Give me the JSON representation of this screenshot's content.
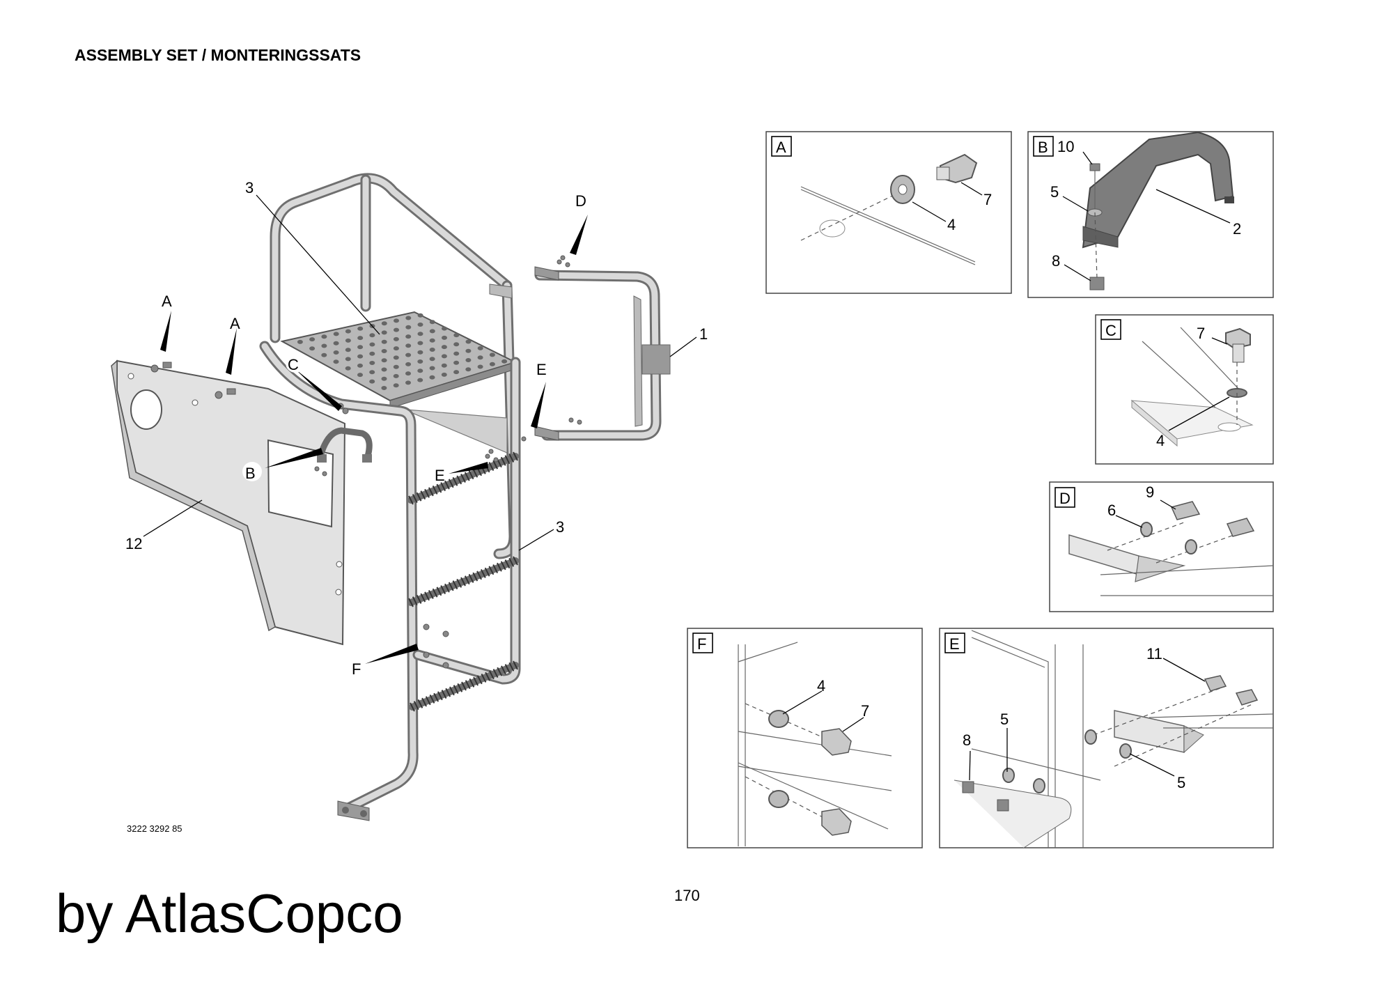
{
  "header": {
    "title": "ASSEMBLY SET / MONTERINGSSATS"
  },
  "footer": {
    "part_number": "3222 3292 85",
    "page_number": "170",
    "brand": "by AtlasCopco"
  },
  "main_view": {
    "callouts": {
      "platform_frame_upper": "3",
      "guard_rail": "1",
      "ladder_frame": "3",
      "panel": "12"
    },
    "view_markers": {
      "a1": "A",
      "a2": "A",
      "b": "B",
      "c": "C",
      "d": "D",
      "e_upper": "E",
      "e_lower": "E",
      "f": "F"
    }
  },
  "details": {
    "A": {
      "tag": "A",
      "labels": {
        "washer": "4",
        "bolt": "7"
      }
    },
    "B": {
      "tag": "B",
      "labels": {
        "bolt": "10",
        "washer": "5",
        "handle": "2",
        "nut": "8"
      }
    },
    "C": {
      "tag": "C",
      "labels": {
        "bolt": "7",
        "washer": "4"
      }
    },
    "D": {
      "tag": "D",
      "labels": {
        "washer": "6",
        "bolt": "9"
      }
    },
    "E": {
      "tag": "E",
      "labels": {
        "bolt": "11",
        "washer_upper": "5",
        "nut": "8",
        "washer_lower": "5"
      }
    },
    "F": {
      "tag": "F",
      "labels": {
        "washer": "4",
        "bolt": "7"
      }
    }
  }
}
